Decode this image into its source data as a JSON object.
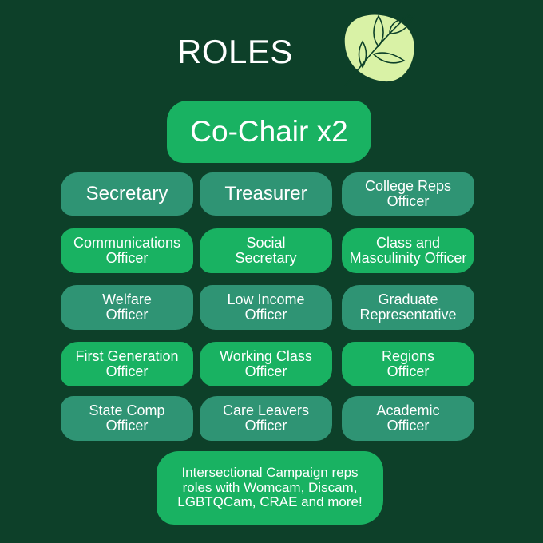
{
  "title": "ROLES",
  "top_role": "Co-Chair x2",
  "roles": [
    {
      "l1": "Secretary",
      "l2": ""
    },
    {
      "l1": "Treasurer",
      "l2": ""
    },
    {
      "l1": "College Reps",
      "l2": "Officer"
    },
    {
      "l1": "Communications",
      "l2": "Officer"
    },
    {
      "l1": "Social",
      "l2": "Secretary"
    },
    {
      "l1": "Class and",
      "l2": "Masculinity Officer"
    },
    {
      "l1": "Welfare",
      "l2": "Officer"
    },
    {
      "l1": "Low Income",
      "l2": "Officer"
    },
    {
      "l1": "Graduate",
      "l2": "Representative"
    },
    {
      "l1": "First Generation",
      "l2": "Officer"
    },
    {
      "l1": "Working Class",
      "l2": "Officer"
    },
    {
      "l1": "Regions",
      "l2": "Officer"
    },
    {
      "l1": "State Comp",
      "l2": "Officer"
    },
    {
      "l1": "Care Leavers",
      "l2": "Officer"
    },
    {
      "l1": "Academic",
      "l2": "Officer"
    }
  ],
  "footer": {
    "l1": "Intersectional Campaign reps",
    "l2": "roles with Womcam, Discam,",
    "l3": "LGBTQCam, CRAE and more!"
  },
  "colors": {
    "background": "#0d4029",
    "bright_pill": "#19b262",
    "muted_pill": "#2f9474",
    "leaf_blob": "#d9f2a6"
  },
  "icons": {
    "decoration": "leaf-branch-icon"
  }
}
